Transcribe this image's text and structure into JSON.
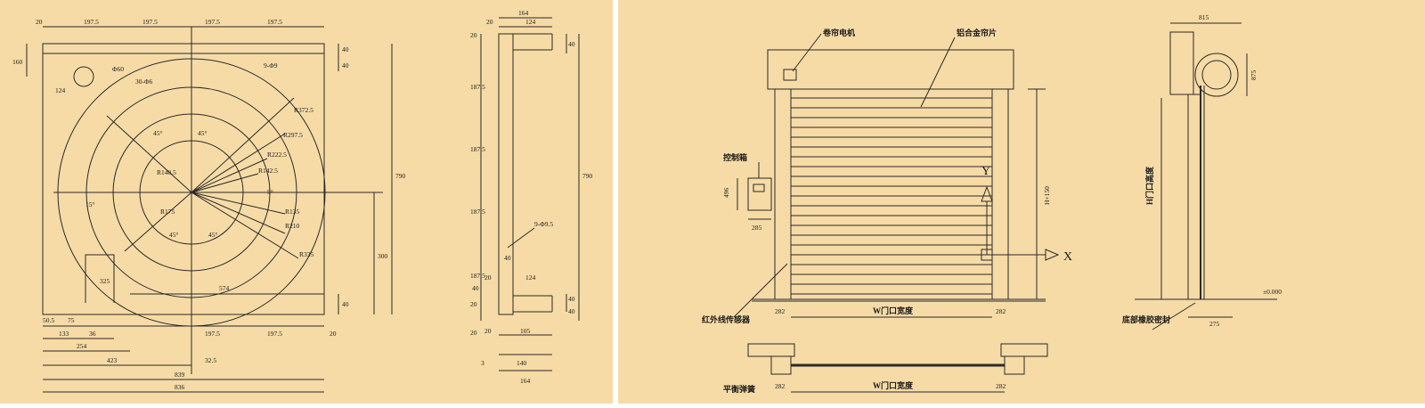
{
  "colors": {
    "background": "#f6dba6",
    "line": "#2a2a2a",
    "divider": "#ffffff"
  },
  "left": {
    "front_view": {
      "top_dims": [
        "20",
        "197.5",
        "197.5",
        "197.5",
        "197.5"
      ],
      "left_dims": [
        "160",
        "124"
      ],
      "right_dims": [
        "40",
        "40",
        "790",
        "300",
        "40"
      ],
      "bottom_dims": [
        "50.5",
        "75",
        "133",
        "36",
        "254",
        "423",
        "839",
        "197.5",
        "197.5",
        "20",
        "32.5",
        "836",
        "325",
        "574"
      ],
      "hole_labels": [
        "Φ60",
        "9-Φ9",
        "30-Φ6"
      ],
      "radii": [
        "R372.5",
        "R297.5",
        "R222.5",
        "R142.5",
        "R140.5",
        "R175",
        "R135",
        "R210",
        "R335"
      ],
      "angles": [
        "45°",
        "45°",
        "45°",
        "45°",
        "15°",
        "5°"
      ]
    },
    "side_view": {
      "top_dims": [
        "164",
        "20",
        "124",
        "40"
      ],
      "left_dims": [
        "20",
        "187.5",
        "187.5",
        "187.5",
        "40",
        "187.5",
        "20",
        "20",
        "3"
      ],
      "right_dims": [
        "790",
        "40",
        "40"
      ],
      "bottom_dims": [
        "20",
        "124",
        "20",
        "105",
        "140",
        "164",
        "40"
      ],
      "hole_label": "9-Φ9.5"
    }
  },
  "right": {
    "labels": {
      "motor": "卷帘电机",
      "slats": "铝合金帘片",
      "control_box": "控制箱",
      "ir_sensor": "红外线传感器",
      "balance_spring": "平衡弹簧",
      "bottom_seal": "底部橡胶密封",
      "opening_width": "W门口宽度",
      "opening_height": "H门口高度"
    },
    "dims": {
      "box_height": "496",
      "box_width": "285",
      "side_left": "282",
      "side_right": "282",
      "h_total": "H+150",
      "top_depth": "815",
      "drum_h": "875",
      "bottom_w": "275",
      "ground": "±0.000",
      "axis_x": "X",
      "axis_y": "Y"
    }
  }
}
